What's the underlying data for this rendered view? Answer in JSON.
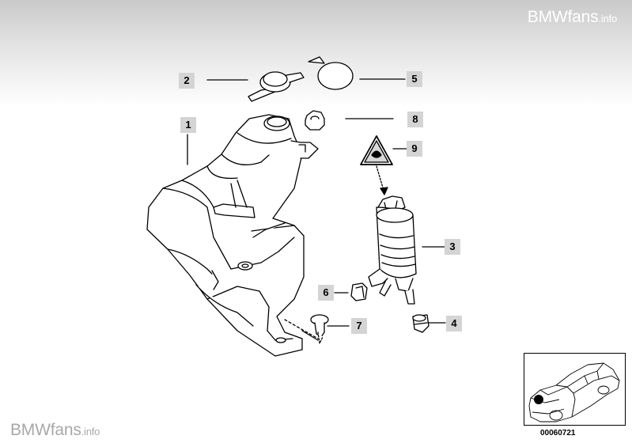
{
  "watermark": {
    "brand": "BMWfans",
    "suffix": ".info"
  },
  "callouts": [
    {
      "id": "c1",
      "label": "1"
    },
    {
      "id": "c2",
      "label": "2"
    },
    {
      "id": "c3",
      "label": "3"
    },
    {
      "id": "c4",
      "label": "4"
    },
    {
      "id": "c5",
      "label": "5"
    },
    {
      "id": "c6",
      "label": "6"
    },
    {
      "id": "c7",
      "label": "7"
    },
    {
      "id": "c8",
      "label": "8"
    },
    {
      "id": "c9",
      "label": "9"
    }
  ],
  "inset": {
    "code": "00060721"
  }
}
